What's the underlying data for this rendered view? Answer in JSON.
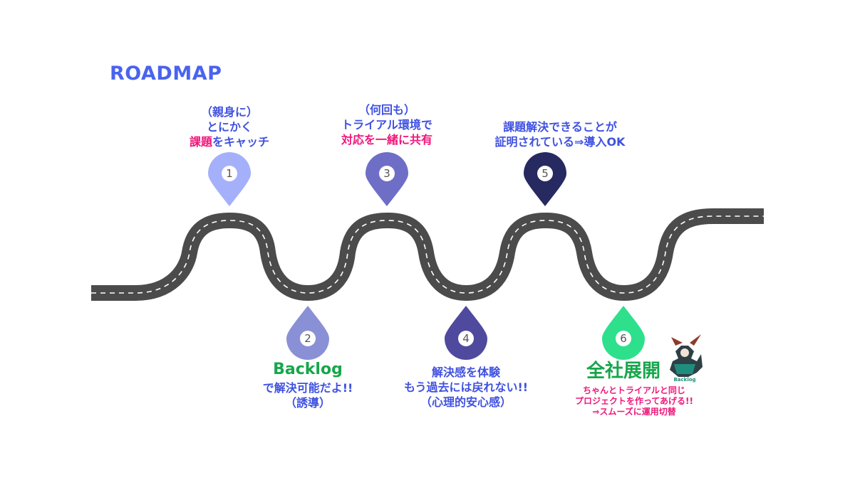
{
  "title": "ROADMAP",
  "steps": [
    {
      "num": "1",
      "color": "#a5b0fb",
      "lines": [
        "（親身に）",
        "とにかく"
      ],
      "hl_part": "課題",
      "tail": "をキャッチ"
    },
    {
      "num": "2",
      "color": "#8a90d6",
      "brand": "Backlog",
      "lines": [
        "で解決可能だよ!!",
        "（誘導）"
      ]
    },
    {
      "num": "3",
      "color": "#6f6ec6",
      "lines": [
        "（何回も）",
        "トライアル環境で"
      ],
      "hl_line": "対応を一緒に共有"
    },
    {
      "num": "4",
      "color": "#4f4a9e",
      "lines": [
        "解決感を体験",
        "もう過去には戻れない!!",
        "（心理的安心感）"
      ]
    },
    {
      "num": "5",
      "color": "#272a60",
      "lines": [
        "課題解決できることが",
        "証明されている⇒導入OK"
      ]
    },
    {
      "num": "6",
      "color": "#2ee08c",
      "heading": "全社展開",
      "lines": [
        "ちゃんとトライアルと同じ",
        "プロジェクトを作ってあげる!!",
        "⇒スムーズに運用切替"
      ],
      "mascot_label": "Backlog"
    }
  ]
}
